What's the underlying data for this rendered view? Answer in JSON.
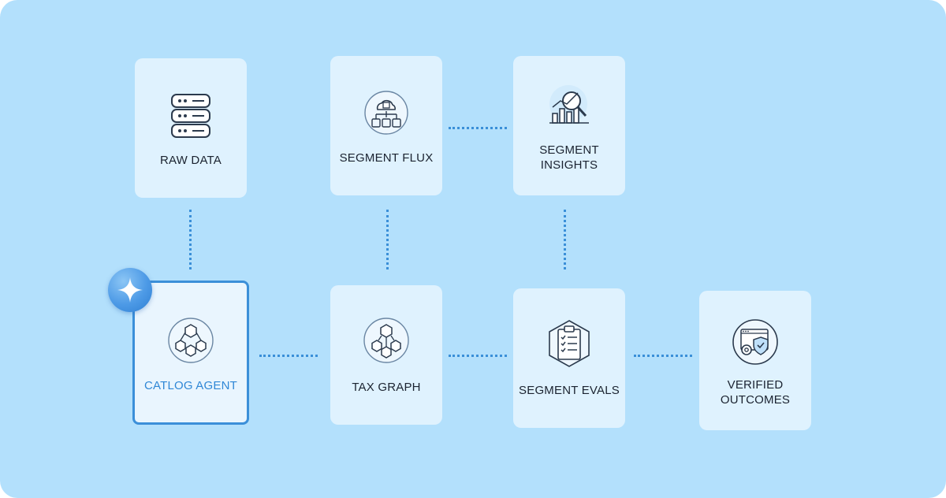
{
  "nodes": {
    "raw_data": {
      "label": "RAW DATA"
    },
    "segment_flux": {
      "label": "SEGMENT FLUX"
    },
    "segment_insights": {
      "label_line1": "SEGMENT",
      "label_line2": "INSIGHTS"
    },
    "catalog_agent": {
      "label": "CATLOG AGENT"
    },
    "tax_graph": {
      "label": "TAX GRAPH"
    },
    "segment_evals": {
      "label": "SEGMENT EVALS"
    },
    "verified_outcomes": {
      "label_line1": "VERIFIED",
      "label_line2": "OUTCOMES"
    }
  },
  "colors": {
    "background": "#b3e0fc",
    "card": "#dff2fe",
    "connector": "#3a8fd8",
    "active_border": "#3b8fd9",
    "icon_stroke": "#2b3a4d"
  },
  "icons": {
    "raw_data": "database-icon",
    "segment_flux": "cloud-network-icon",
    "segment_insights": "analytics-magnifier-icon",
    "catalog_agent": "cubes-network-icon",
    "tax_graph": "cubes-graph-icon",
    "segment_evals": "clipboard-checklist-icon",
    "verified_outcomes": "secure-settings-icon",
    "badge": "sparkle-icon"
  }
}
